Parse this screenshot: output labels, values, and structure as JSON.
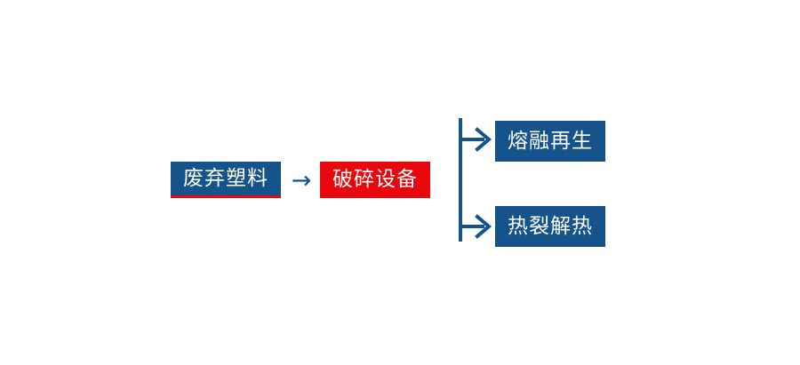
{
  "diagram": {
    "type": "process-flow",
    "colors": {
      "node_blue": "#15548a",
      "node_red": "#e8070d",
      "connector": "#15548a",
      "text": "#ffffff",
      "background": "#ffffff"
    },
    "nodes": [
      {
        "id": "waste",
        "label": "废弃塑料",
        "style": "blue",
        "accent": "red-underline",
        "stage": 1
      },
      {
        "id": "crusher",
        "label": "破碎设备",
        "style": "red",
        "accent": "none",
        "stage": 2
      },
      {
        "id": "melt",
        "label": "熔融再生",
        "style": "blue",
        "accent": "none",
        "stage": 3
      },
      {
        "id": "pyrolysis",
        "label": "热裂解热",
        "style": "blue",
        "accent": "none",
        "stage": 3
      }
    ],
    "connectors": {
      "inline_arrow": "→",
      "branch": {
        "kind": "bracket-split",
        "branches": 2,
        "targets": [
          "melt",
          "pyrolysis"
        ]
      }
    }
  }
}
